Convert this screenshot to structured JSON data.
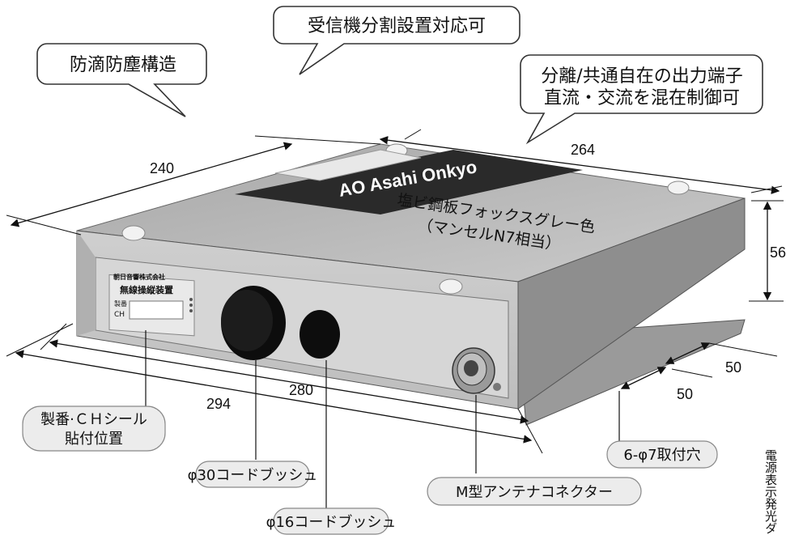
{
  "bubbles": {
    "dustproof": "防滴防塵構造",
    "split_install": "受信機分割設置対応可",
    "output_line1": "分離/共通自在の出力端子",
    "output_line2": "直流・交流を混在制御可"
  },
  "dimensions": {
    "depth": "240",
    "width": "264",
    "height": "56",
    "front_inner": "280",
    "front_outer": "294",
    "hole_pitch_a": "50",
    "hole_pitch_b": "50"
  },
  "surface_note": {
    "line1": "塩ビ鋼板フォックスグレー色",
    "line2": "（マンセルN7相当）"
  },
  "device_labels": {
    "brand": "AO Asahi Onkyo",
    "maker": "朝日音響株式会社",
    "product": "無線操縦装置",
    "serial_short": "製番",
    "ch_short": "CH"
  },
  "callouts": {
    "serial_line1": "製番·ＣＨシール",
    "serial_line2": "貼付位置",
    "bush30": "φ30コードブッシュ",
    "bush16": "φ16コードブッシュ",
    "connector": "M型アンテナコネクター",
    "mount_holes": "6-φ7取付穴",
    "power_led": "電源表示発光ダイ"
  }
}
